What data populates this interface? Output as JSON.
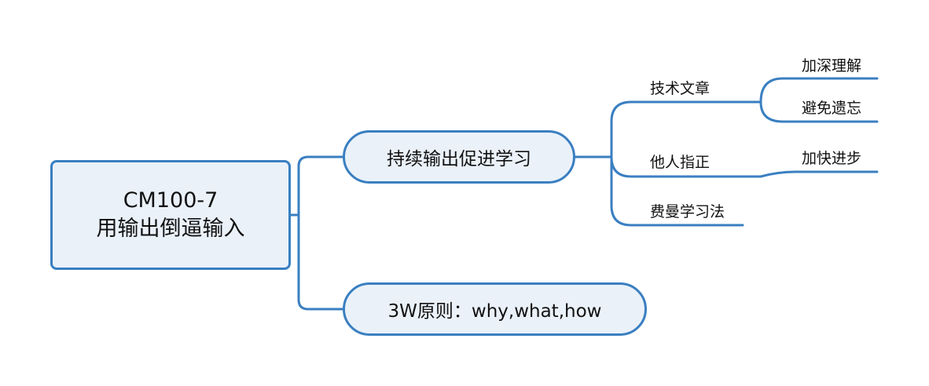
{
  "colors": {
    "accent": "#3a7fc1",
    "node_fill": "#eaf1f9",
    "text": "#111111"
  },
  "root": {
    "line1": "CM100-7",
    "line2": "用输出倒逼输入"
  },
  "topics": {
    "output_learning": {
      "label": "持续输出促进学习",
      "subtopics": {
        "tech_articles": {
          "label": "技术文章",
          "children": [
            "加深理解",
            "避免遗忘"
          ]
        },
        "peer_review": {
          "label": "他人指正",
          "children": [
            "加快进步"
          ]
        },
        "feynman": {
          "label": "费曼学习法"
        }
      }
    },
    "three_w": {
      "label": "3W原则：why,what,how"
    }
  }
}
